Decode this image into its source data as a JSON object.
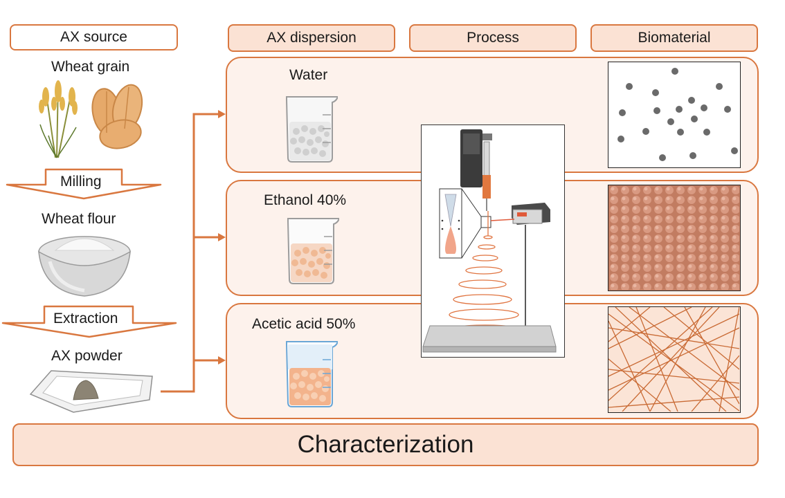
{
  "headers": {
    "ax_source": "AX source",
    "ax_dispersion": "AX dispersion",
    "process": "Process",
    "biomaterial": "Biomaterial"
  },
  "source": {
    "grain_label": "Wheat grain",
    "milling_label": "Milling",
    "flour_label": "Wheat flour",
    "extraction_label": "Extraction",
    "powder_label": "AX powder"
  },
  "dispersions": [
    {
      "label": "Water",
      "liquid_color": "#f1f1f1"
    },
    {
      "label": "Ethanol 40%",
      "liquid_color": "#f6d7c4"
    },
    {
      "label": "Acetic acid 50%",
      "liquid_color": "#f3b38c"
    }
  ],
  "footer": {
    "label": "Characterization"
  },
  "colors": {
    "accent": "#d9773f",
    "header_fill": "#fbe2d4",
    "panel_fill": "#fdf2ec"
  }
}
